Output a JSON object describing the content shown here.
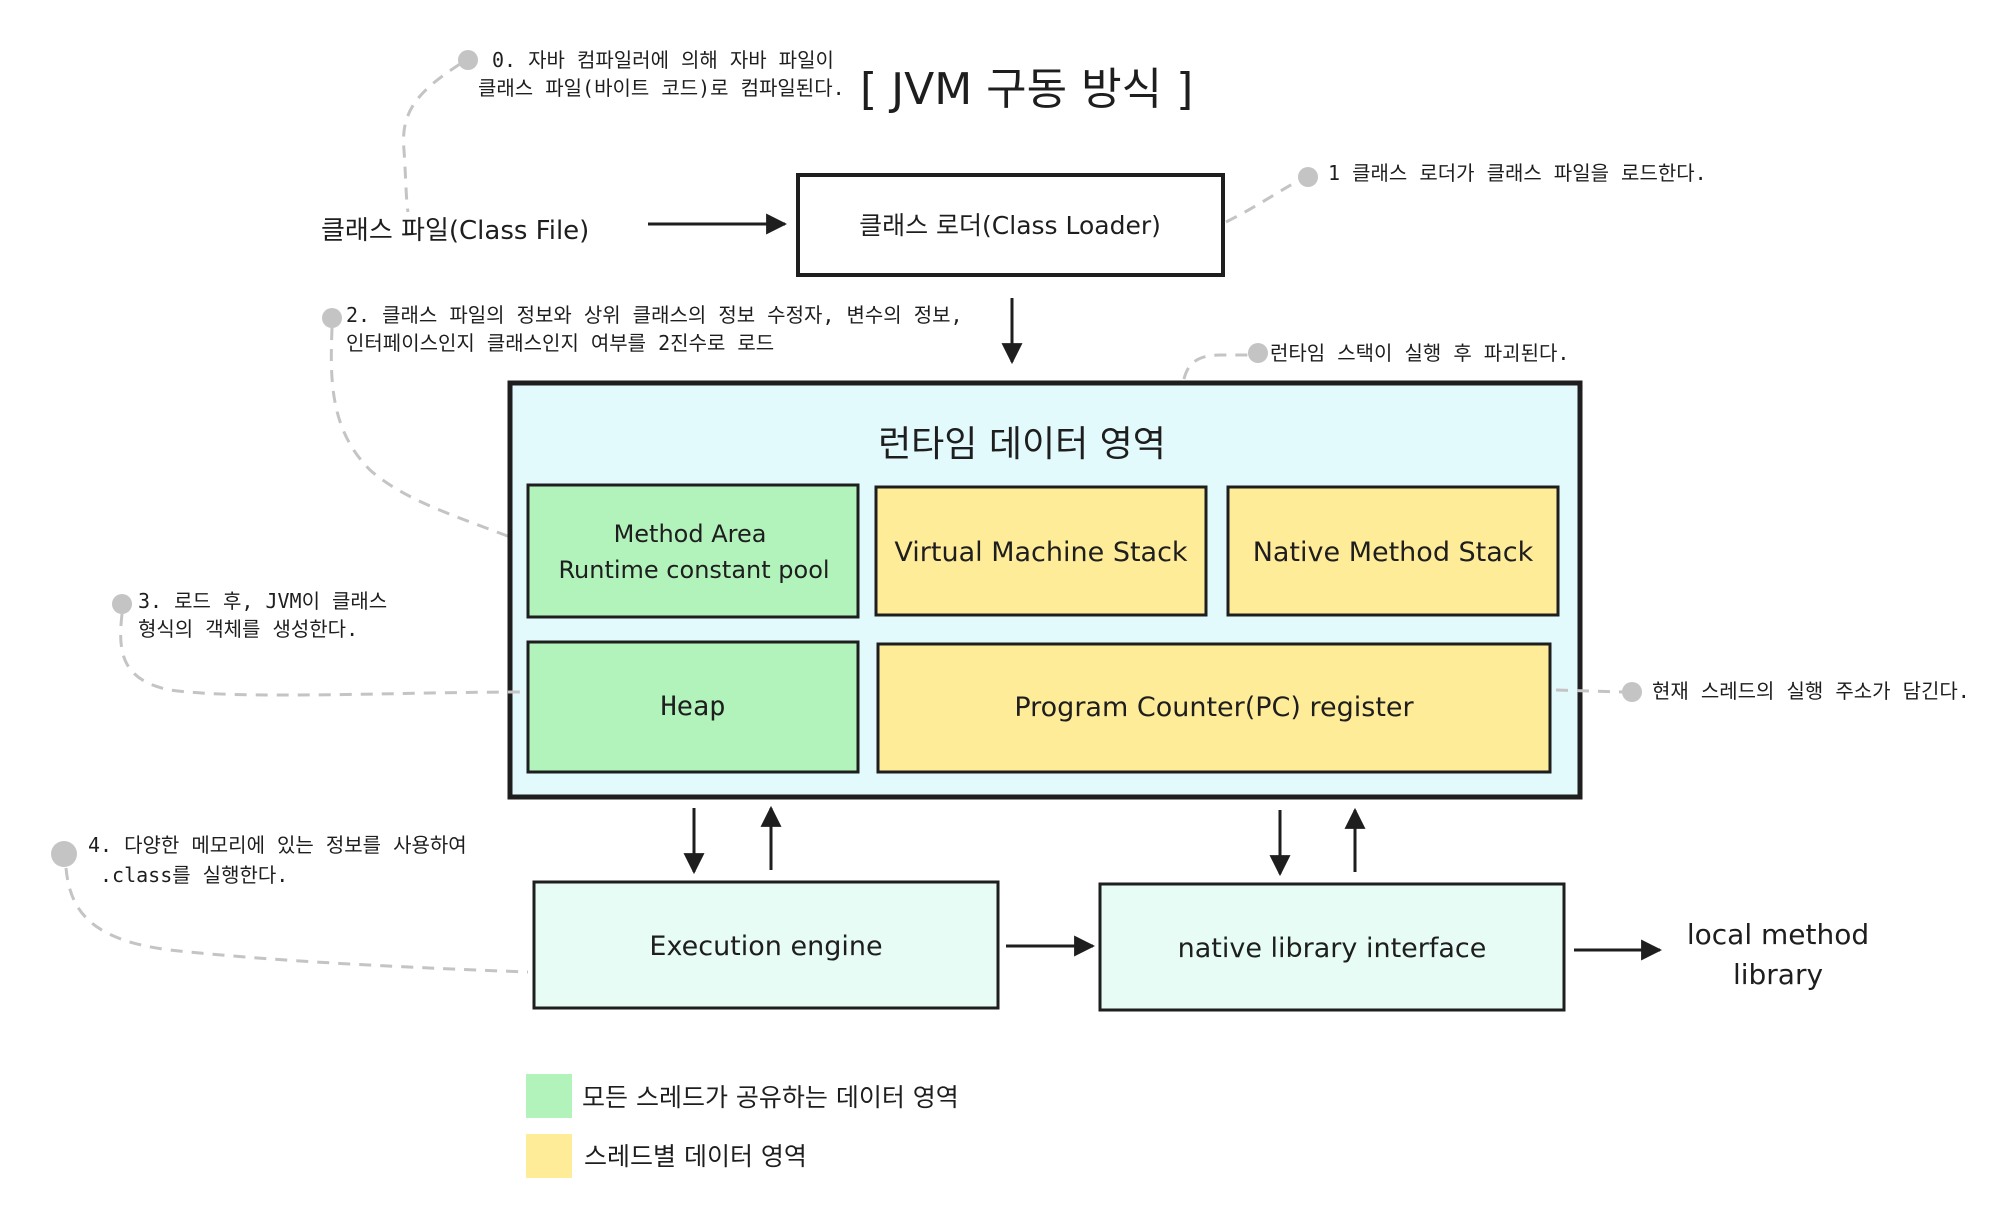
{
  "title": "[ JVM 구동 방식 ]",
  "class_file_label": "클래스 파일(Class File)",
  "class_loader_label": "클래스 로더(Class Loader)",
  "runtime_data_area": {
    "title": "런타임 데이터 영역",
    "method_area": [
      "Method Area",
      "Runtime constant pool"
    ],
    "vm_stack": "Virtual Machine Stack",
    "native_method_stack": "Native Method Stack",
    "heap": "Heap",
    "pc_register": "Program Counter(PC) register"
  },
  "execution_engine": "Execution engine",
  "native_library_interface": "native library interface",
  "local_method_library": [
    "local method",
    "library"
  ],
  "notes": {
    "step0": [
      "0. 자바 컴파일러에 의해 자바 파일이",
      "클래스 파일(바이트 코드)로 컴파일된다."
    ],
    "step1": "1 클래스 로더가 클래스 파일을 로드한다.",
    "step2": [
      "2. 클래스 파일의 정보와 상위 클래스의 정보 수정자, 변수의 정보,",
      "인터페이스인지 클래스인지 여부를 2진수로 로드"
    ],
    "stack_note": "런타임 스택이 실행 후 파괴된다.",
    "step3": [
      "3. 로드 후, JVM이 클래스",
      "형식의 객체를 생성한다."
    ],
    "pc_note": "현재 스레드의 실행 주소가 담긴다.",
    "step4": [
      "4. 다양한 메모리에 있는 정보를 사용하여",
      ".class를 실행한다."
    ]
  },
  "legend": [
    {
      "label": "모든 스레드가 공유하는 데이터 영역",
      "color": "#b2f2bb"
    },
    {
      "label": "스레드별 데이터 영역",
      "color": "#ffec99"
    }
  ],
  "colors": {
    "runtime_area_fill": "#e3fafc",
    "shared_fill": "#b2f2bb",
    "thread_fill": "#ffec99",
    "engine_fill": "#e6fcf5",
    "stroke": "#1e1e1e",
    "connector": "#c4c4c4"
  }
}
